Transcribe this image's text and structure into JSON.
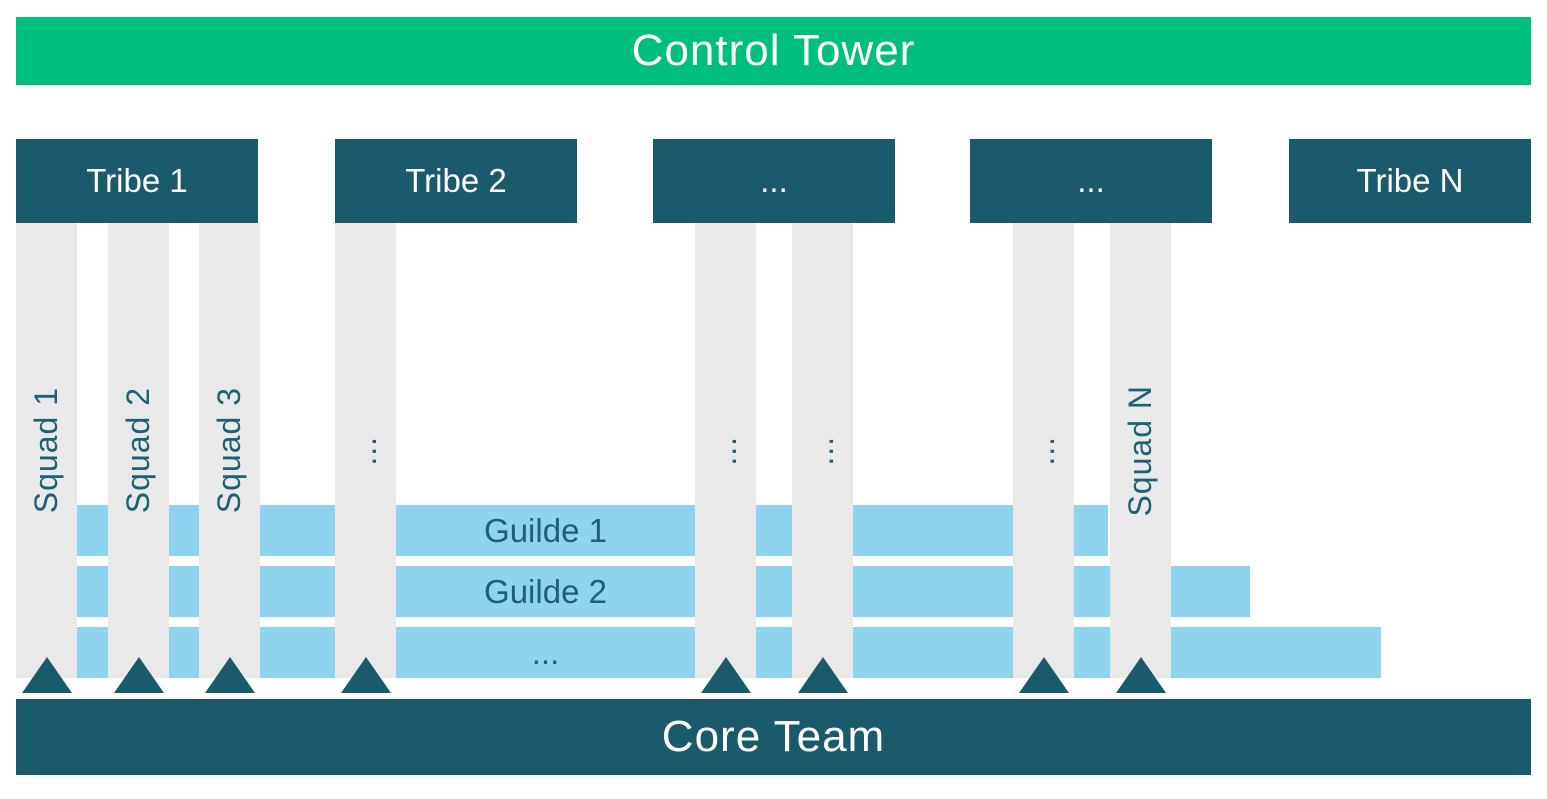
{
  "diagram": {
    "control_tower_label": "Control Tower",
    "core_team_label": "Core Team",
    "tribes": [
      {
        "label": "Tribe 1"
      },
      {
        "label": "Tribe 2"
      },
      {
        "label": "..."
      },
      {
        "label": "..."
      },
      {
        "label": "Tribe N"
      }
    ],
    "squads": [
      {
        "label": "Squad 1"
      },
      {
        "label": "Squad 2"
      },
      {
        "label": "Squad 3"
      },
      {
        "label": "..."
      },
      {
        "label": "..."
      },
      {
        "label": "..."
      },
      {
        "label": "..."
      },
      {
        "label": "Squad N"
      }
    ],
    "guildes": [
      {
        "label": "Guilde 1"
      },
      {
        "label": "Guilde 2"
      },
      {
        "label": "..."
      }
    ],
    "colors": {
      "control_tower_green": "#00BF7D",
      "dark_teal": "#1A5B6B",
      "label_teal": "#1D6173",
      "guilde_blue": "#8FD4EF",
      "squad_gray": "#E9E9E9"
    }
  }
}
